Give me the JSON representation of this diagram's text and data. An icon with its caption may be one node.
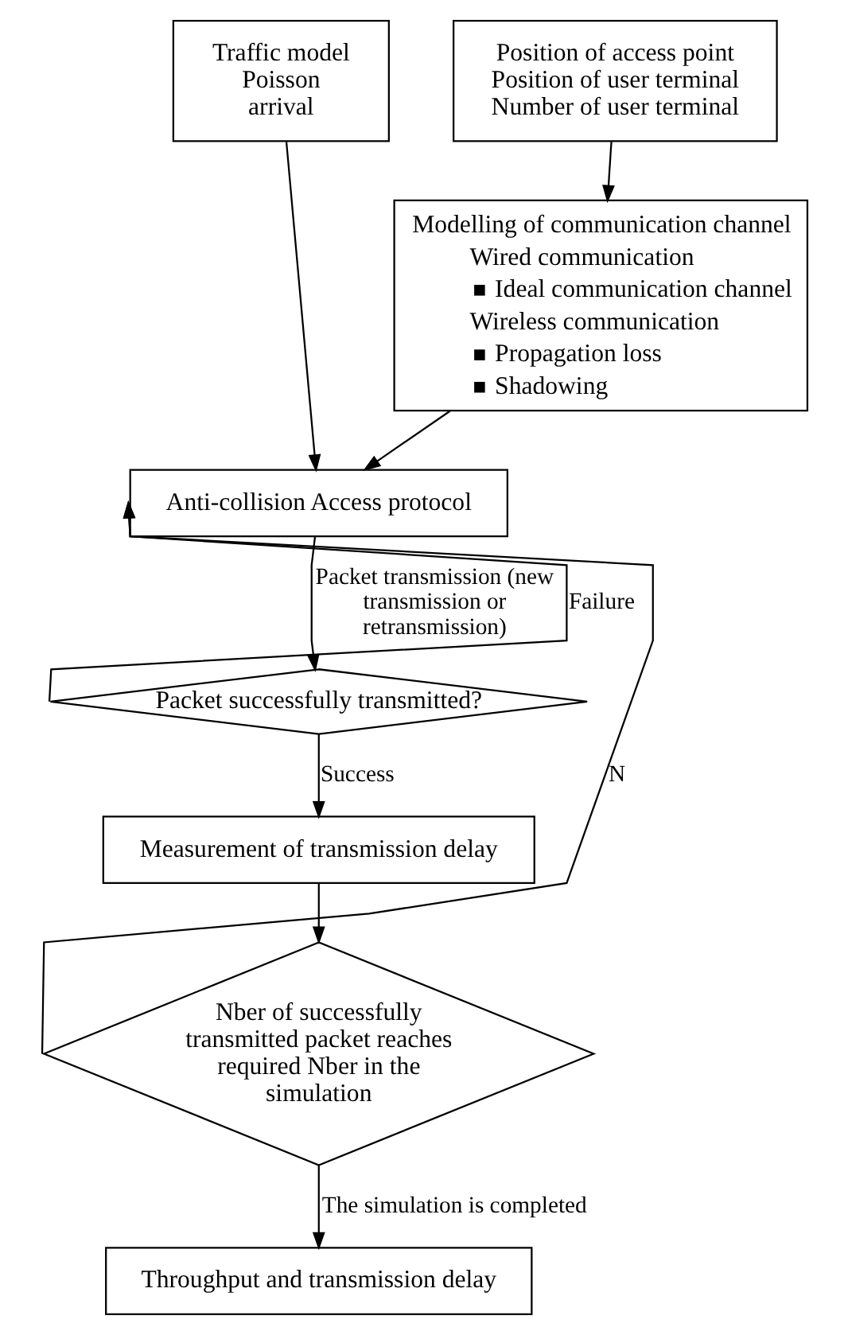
{
  "diagram": {
    "nodes": [
      {
        "text": [
          "Traffic model Poisson arrival"
        ]
      },
      {
        "text": [
          "Position of access point",
          "Position of user terminal",
          "Number of user terminal"
        ]
      },
      {
        "text": [
          "Modelling of communication channel",
          "Wired communication",
          "Ideal communication channel",
          "Wireless communication",
          "Propagation loss",
          "Shadowing"
        ]
      },
      {
        "text": [
          "Anti-collision Access protocol"
        ]
      },
      {
        "text": [
          "Packet successfully transmitted?"
        ]
      },
      {
        "text": [
          "Measurement of transmission delay"
        ]
      },
      {
        "text": [
          "Nber of successfully transmitted packet reaches required Nber in the simulation"
        ]
      },
      {
        "text": [
          "Throughput and transmission delay"
        ]
      }
    ],
    "edges": [
      {
        "from": 0,
        "to": 3,
        "arrow": "to"
      },
      {
        "from": 1,
        "to": 2,
        "arrow": "to"
      },
      {
        "from": 2,
        "to": 3,
        "arrow": "to"
      },
      {
        "from": 3,
        "to": 4,
        "arrow": "to",
        "label": "Packet transmission (new transmission or retransmission)"
      },
      {
        "from": 4,
        "to": 3,
        "arrow": "to",
        "label": "Failure"
      },
      {
        "from": 4,
        "to": 5,
        "arrow": "to",
        "label": "Success"
      },
      {
        "from": 5,
        "to": 6,
        "arrow": "to"
      },
      {
        "from": 6,
        "to": 3,
        "arrow": "to",
        "label": "N"
      },
      {
        "from": 6,
        "to": 7,
        "arrow": "to",
        "label": "The simulation is completed"
      }
    ]
  }
}
